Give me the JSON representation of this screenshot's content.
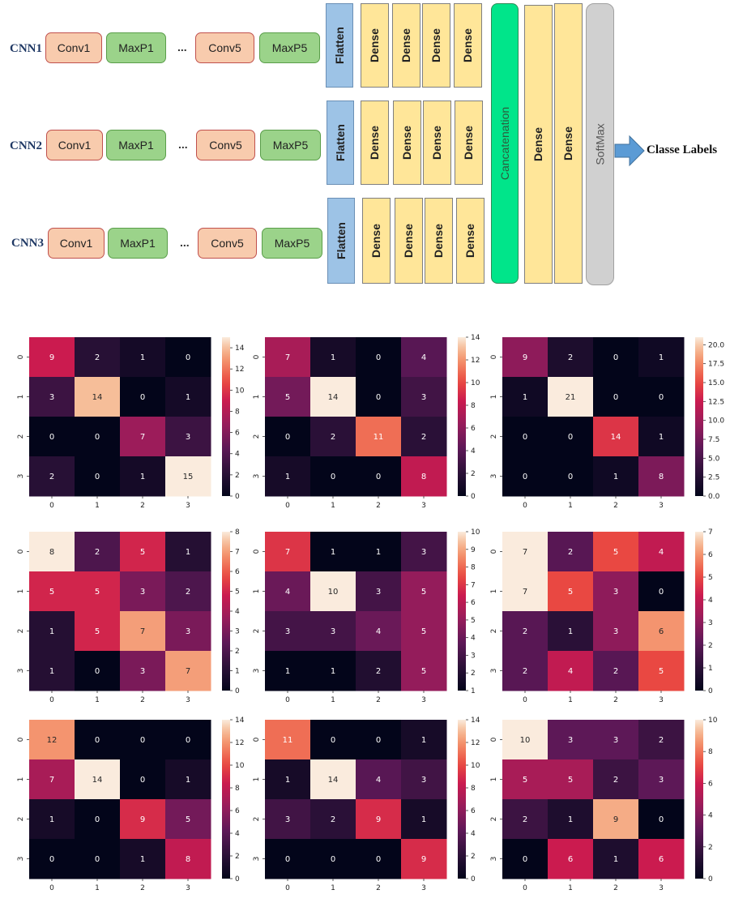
{
  "architecture": {
    "branches": [
      {
        "label": "CNN1",
        "conv1": "Conv1",
        "maxp1": "MaxP1",
        "ellipsis": "...",
        "conv5": "Conv5",
        "maxp5": "MaxP5",
        "flatten": "Flatten",
        "dense": [
          "Dense",
          "Dense",
          "Dense",
          "Dense"
        ]
      },
      {
        "label": "CNN2",
        "conv1": "Conv1",
        "maxp1": "MaxP1",
        "ellipsis": "...",
        "conv5": "Conv5",
        "maxp5": "MaxP5",
        "flatten": "Flatten",
        "dense": [
          "Dense",
          "Dense",
          "Dense",
          "Dense"
        ]
      },
      {
        "label": "CNN3",
        "conv1": "Conv1",
        "maxp1": "MaxP1",
        "ellipsis": "...",
        "conv5": "Conv5",
        "maxp5": "MaxP5",
        "flatten": "Flatten",
        "dense": [
          "Dense",
          "Dense",
          "Dense",
          "Dense"
        ]
      }
    ],
    "concatenation": "Cancatenation",
    "merged_dense": [
      "Dense",
      "Dense"
    ],
    "softmax": "SoftMax",
    "output": "Classe Labels",
    "colors": {
      "conv": "#f8cbad",
      "maxpool": "#9bd38a",
      "flatten": "#9dc3e6",
      "dense": "#ffe699",
      "concat": "#00e58a",
      "softmax": "#d0d0d0",
      "arrow": "#5b9bd5"
    }
  },
  "chart_data": [
    {
      "type": "heatmap",
      "x": [
        "0",
        "1",
        "2",
        "3"
      ],
      "y": [
        "0",
        "1",
        "2",
        "3"
      ],
      "values": [
        [
          9,
          2,
          1,
          0
        ],
        [
          3,
          14,
          0,
          1
        ],
        [
          0,
          0,
          7,
          3
        ],
        [
          2,
          0,
          1,
          15
        ]
      ],
      "colorbar_ticks": [
        "0",
        "2",
        "4",
        "6",
        "8",
        "10",
        "12",
        "14"
      ],
      "vmin": 0,
      "vmax": 15
    },
    {
      "type": "heatmap",
      "x": [
        "0",
        "1",
        "2",
        "3"
      ],
      "y": [
        "0",
        "1",
        "2",
        "3"
      ],
      "values": [
        [
          7,
          1,
          0,
          4
        ],
        [
          5,
          14,
          0,
          3
        ],
        [
          0,
          2,
          11,
          2
        ],
        [
          1,
          0,
          0,
          8
        ]
      ],
      "colorbar_ticks": [
        "0",
        "2",
        "4",
        "6",
        "8",
        "10",
        "12",
        "14"
      ],
      "vmin": 0,
      "vmax": 14
    },
    {
      "type": "heatmap",
      "x": [
        "0",
        "1",
        "2",
        "3"
      ],
      "y": [
        "0",
        "1",
        "2",
        "3"
      ],
      "values": [
        [
          9,
          2,
          0,
          1
        ],
        [
          1,
          21,
          0,
          0
        ],
        [
          0,
          0,
          14,
          1
        ],
        [
          0,
          0,
          1,
          8
        ]
      ],
      "colorbar_ticks": [
        "0.0",
        "2.5",
        "5.0",
        "7.5",
        "10.0",
        "12.5",
        "15.0",
        "17.5",
        "20.0"
      ],
      "vmin": 0,
      "vmax": 21
    },
    {
      "type": "heatmap",
      "x": [
        "0",
        "1",
        "2",
        "3"
      ],
      "y": [
        "0",
        "1",
        "2",
        "3"
      ],
      "values": [
        [
          8,
          2,
          5,
          1
        ],
        [
          5,
          5,
          3,
          2
        ],
        [
          1,
          5,
          7,
          3
        ],
        [
          1,
          0,
          3,
          7
        ]
      ],
      "colorbar_ticks": [
        "0",
        "1",
        "2",
        "3",
        "4",
        "5",
        "6",
        "7",
        "8"
      ],
      "vmin": 0,
      "vmax": 8
    },
    {
      "type": "heatmap",
      "x": [
        "0",
        "1",
        "2",
        "3"
      ],
      "y": [
        "0",
        "1",
        "2",
        "3"
      ],
      "values": [
        [
          7,
          1,
          1,
          3
        ],
        [
          4,
          10,
          3,
          5
        ],
        [
          3,
          3,
          4,
          5
        ],
        [
          1,
          1,
          2,
          5
        ]
      ],
      "colorbar_ticks": [
        "1",
        "2",
        "3",
        "4",
        "5",
        "6",
        "7",
        "8",
        "9",
        "10"
      ],
      "vmin": 1,
      "vmax": 10
    },
    {
      "type": "heatmap",
      "x": [
        "0",
        "1",
        "2",
        "3"
      ],
      "y": [
        "0",
        "1",
        "2",
        "3"
      ],
      "values": [
        [
          7,
          2,
          5,
          4
        ],
        [
          7,
          5,
          3,
          0
        ],
        [
          2,
          1,
          3,
          6
        ],
        [
          2,
          4,
          2,
          5
        ]
      ],
      "colorbar_ticks": [
        "0",
        "1",
        "2",
        "3",
        "4",
        "5",
        "6",
        "7"
      ],
      "vmin": 0,
      "vmax": 7
    },
    {
      "type": "heatmap",
      "x": [
        "0",
        "1",
        "2",
        "3"
      ],
      "y": [
        "0",
        "1",
        "2",
        "3"
      ],
      "values": [
        [
          12,
          0,
          0,
          0
        ],
        [
          7,
          14,
          0,
          1
        ],
        [
          1,
          0,
          9,
          5
        ],
        [
          0,
          0,
          1,
          8
        ]
      ],
      "colorbar_ticks": [
        "0",
        "2",
        "4",
        "6",
        "8",
        "10",
        "12",
        "14"
      ],
      "vmin": 0,
      "vmax": 14
    },
    {
      "type": "heatmap",
      "x": [
        "0",
        "1",
        "2",
        "3"
      ],
      "y": [
        "0",
        "1",
        "2",
        "3"
      ],
      "values": [
        [
          11,
          0,
          0,
          1
        ],
        [
          1,
          14,
          4,
          3
        ],
        [
          3,
          2,
          9,
          1
        ],
        [
          0,
          0,
          0,
          9
        ]
      ],
      "colorbar_ticks": [
        "0",
        "2",
        "4",
        "6",
        "8",
        "10",
        "12",
        "14"
      ],
      "vmin": 0,
      "vmax": 14
    },
    {
      "type": "heatmap",
      "x": [
        "0",
        "1",
        "2",
        "3"
      ],
      "y": [
        "0",
        "1",
        "2",
        "3"
      ],
      "values": [
        [
          10,
          3,
          3,
          2
        ],
        [
          5,
          5,
          2,
          3
        ],
        [
          2,
          1,
          9,
          0
        ],
        [
          0,
          6,
          1,
          6
        ]
      ],
      "colorbar_ticks": [
        "0",
        "2",
        "4",
        "6",
        "8",
        "10"
      ],
      "vmin": 0,
      "vmax": 10
    }
  ]
}
